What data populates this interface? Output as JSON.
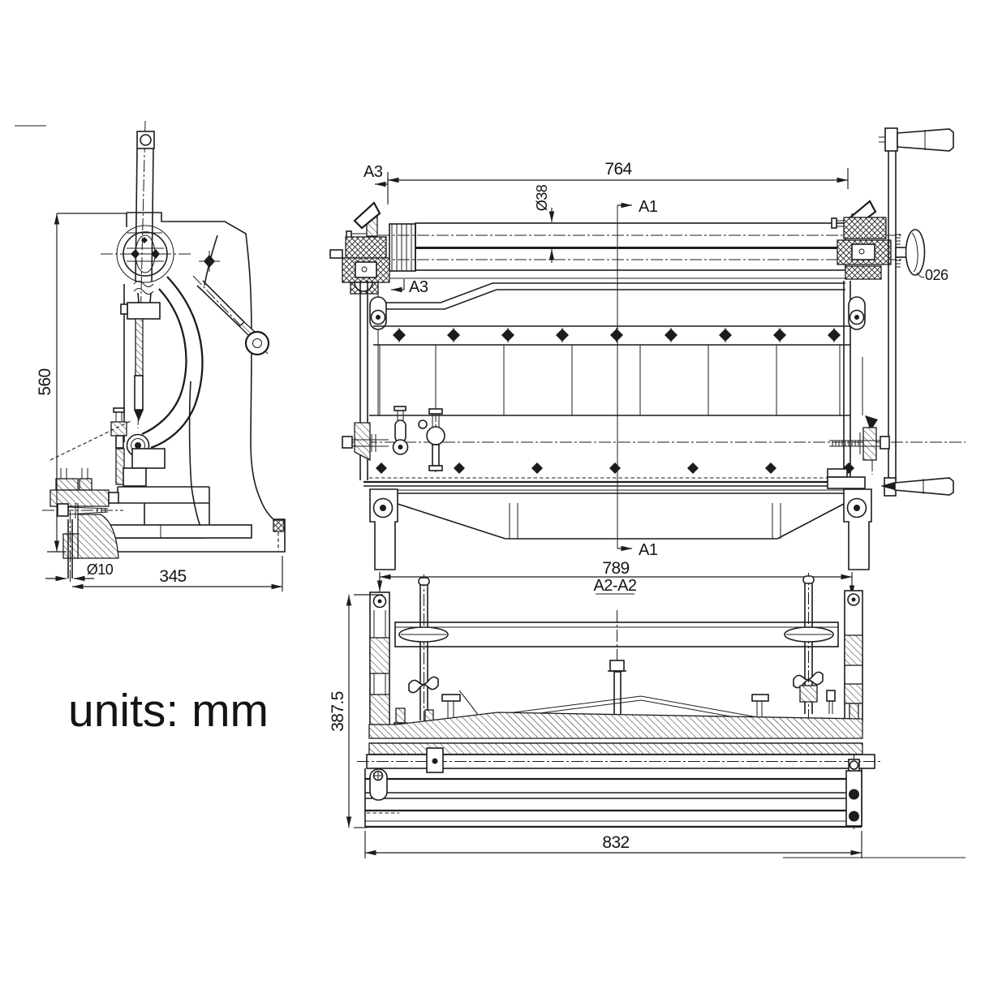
{
  "drawing": {
    "background": "#ffffff",
    "ink": "#1c1c1c",
    "units_note": "units: mm",
    "side_view": {
      "dim_height": "560",
      "dim_base": "345",
      "dim_pin_dia": "Ø10"
    },
    "front_view": {
      "dim_width": "764",
      "dim_roll_dia": "Ø38",
      "section_a1": "A1",
      "section_a3": "A3",
      "crank_label": "026"
    },
    "section_view": {
      "title": "A2-A2",
      "dim_width": "789",
      "dim_height": "387.5",
      "dim_base": "832"
    }
  }
}
